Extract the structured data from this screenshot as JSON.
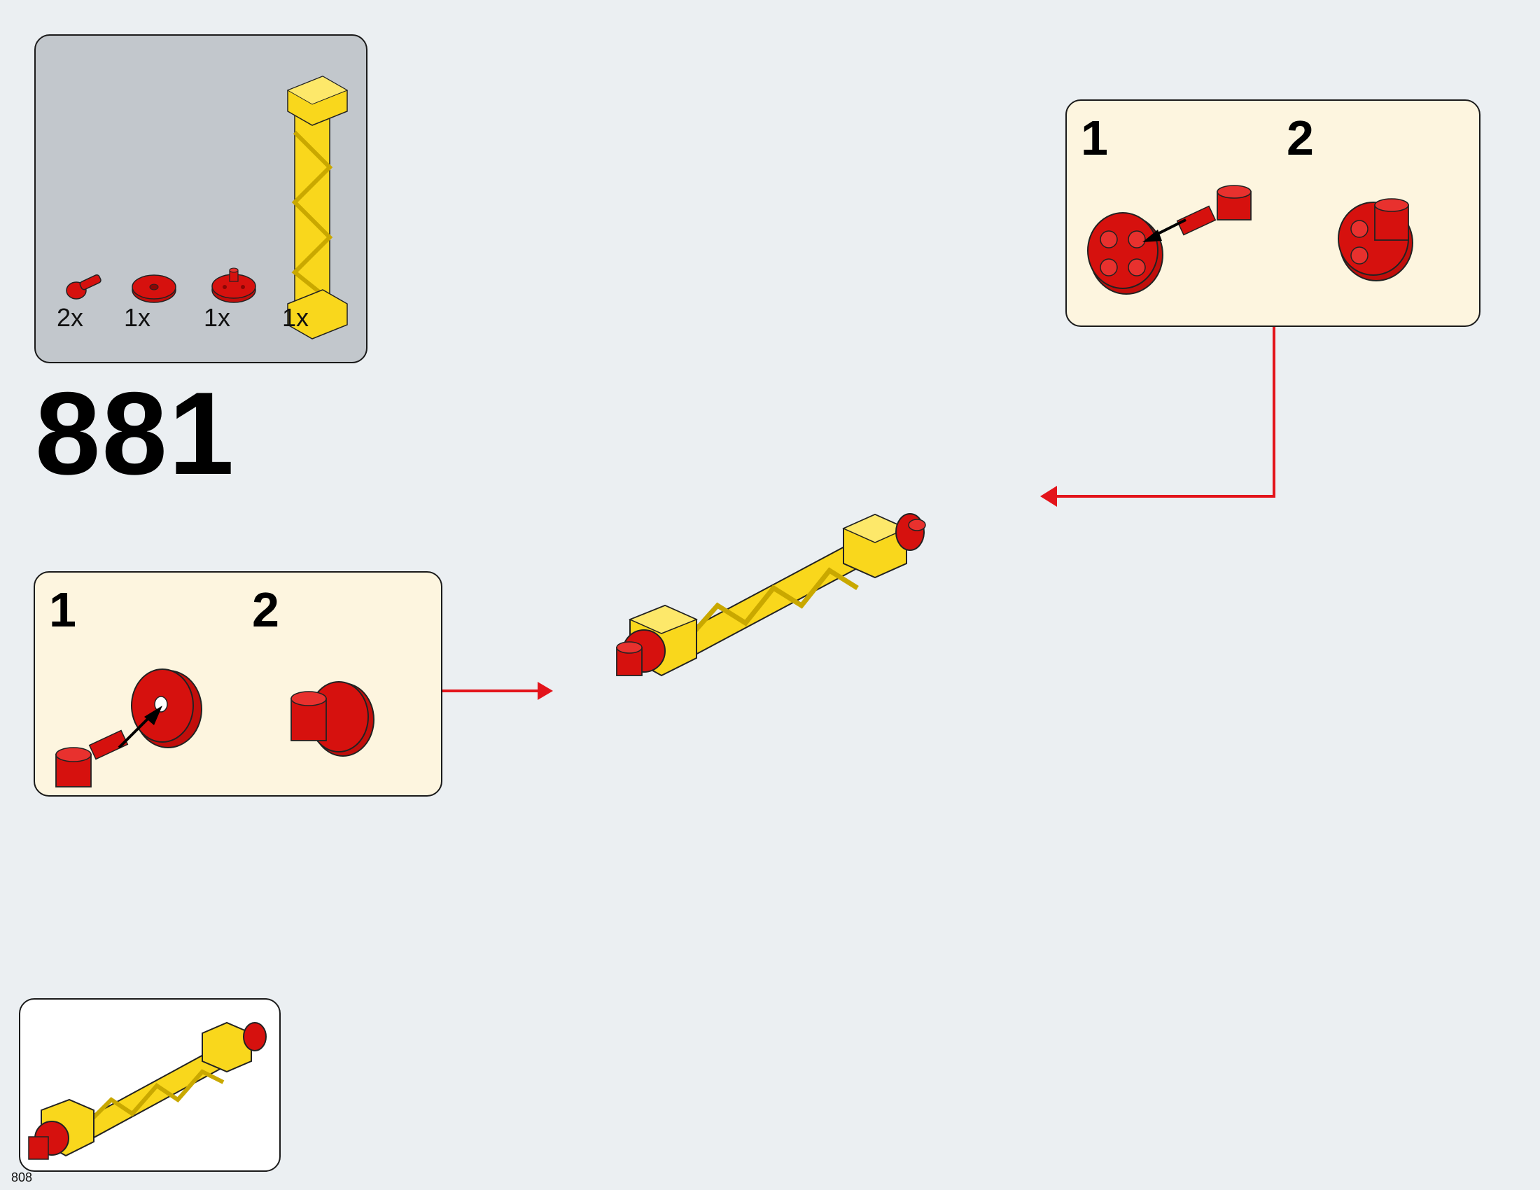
{
  "step": {
    "number": "881"
  },
  "parts_list": [
    {
      "quantity": "2x",
      "part": "red-axle-pin-connector-icon"
    },
    {
      "quantity": "1x",
      "part": "red-round-plate-icon"
    },
    {
      "quantity": "1x",
      "part": "red-round-plate-with-studs-icon"
    },
    {
      "quantity": "1x",
      "part": "yellow-lattice-support-icon"
    }
  ],
  "callout_left": {
    "substep_1": "1",
    "substep_2": "2"
  },
  "callout_right": {
    "substep_1": "1",
    "substep_2": "2"
  },
  "page": {
    "number": "808"
  },
  "colors": {
    "background": "#ebeff2",
    "parts_panel": "#c2c7cc",
    "callout_panel": "#fdf5df",
    "arrow": "#e3141b",
    "brick_yellow": "#f9d71c",
    "brick_red": "#d6110e"
  }
}
